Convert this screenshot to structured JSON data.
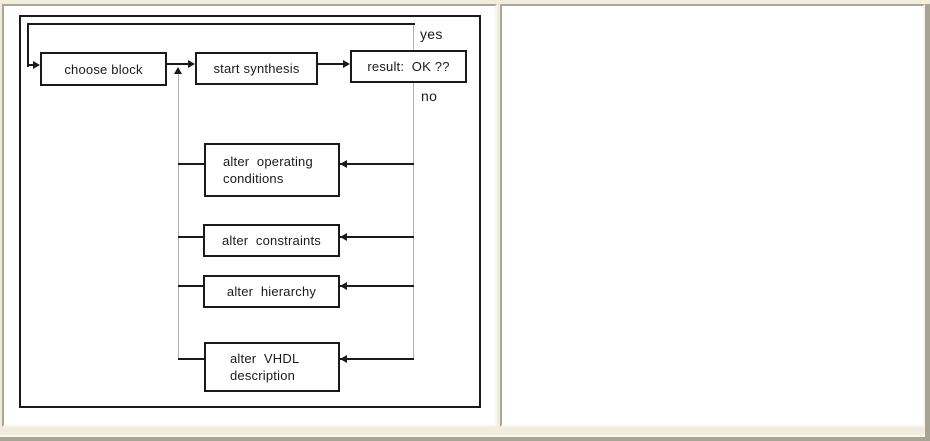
{
  "window": {
    "background_color": "#f0ecde",
    "panel_border_dark": "#aca795",
    "panel_border_light": "#f8f5ea",
    "edge_color": "#a8a395"
  },
  "diagram": {
    "line_color": "#1a1a1a",
    "feedback_line_color": "#b0b0b0",
    "branch_labels": {
      "yes": "yes",
      "no": "no"
    },
    "nodes": {
      "choose_block": "choose block",
      "start_synthesis": "start synthesis",
      "result_ok": "result:  OK ??",
      "alter_operating": "alter  operating\nconditions",
      "alter_constraints": "alter  constraints",
      "alter_hierarchy": "alter  hierarchy",
      "alter_vhdl": "alter  VHDL\ndescription"
    }
  }
}
